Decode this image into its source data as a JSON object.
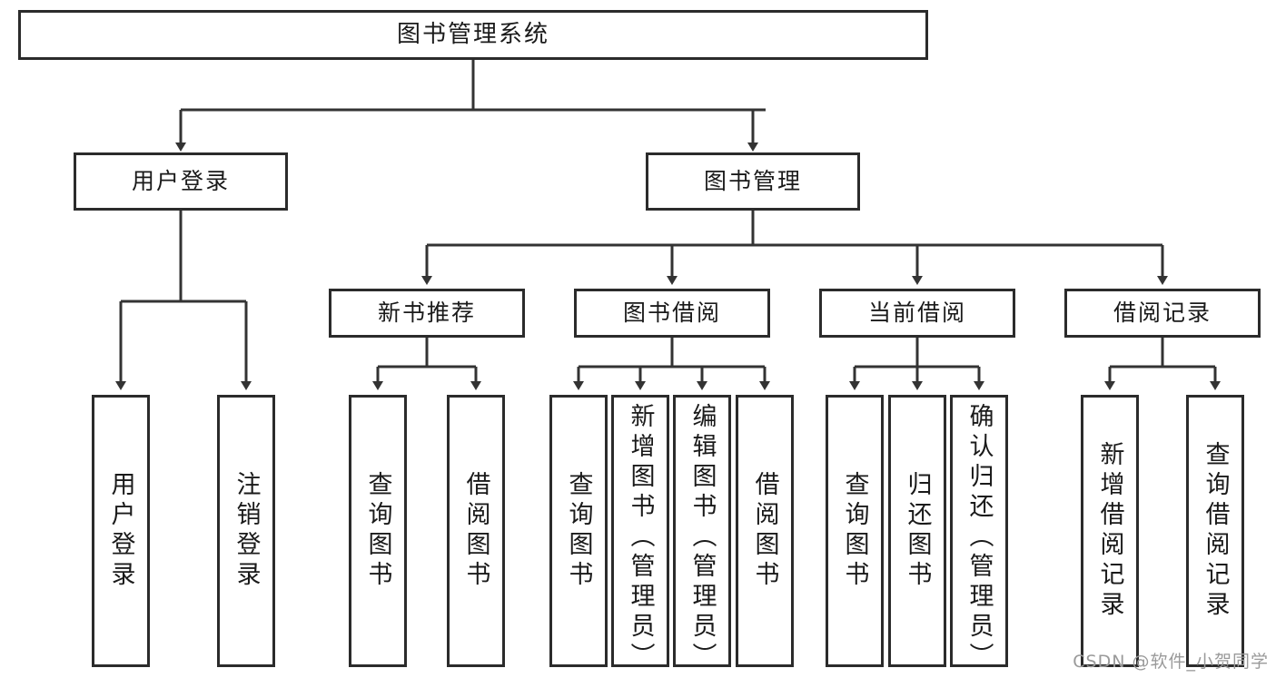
{
  "diagram": {
    "title": "图书管理系统",
    "type": "hierarchy-tree",
    "watermark": "CSDN @软件_小贺同学",
    "colors": {
      "box_border": "#2b2b2b",
      "box_fill": "#ffffff",
      "connector": "#333333",
      "text": "#1a1a1a",
      "watermark": "#9a9a9a"
    },
    "nodes": {
      "root": {
        "label": "图书管理系统"
      },
      "level2": [
        {
          "label": "用户登录"
        },
        {
          "label": "图书管理"
        }
      ],
      "level3": [
        {
          "label": "新书推荐"
        },
        {
          "label": "图书借阅"
        },
        {
          "label": "当前借阅"
        },
        {
          "label": "借阅记录"
        }
      ],
      "leaves": {
        "user_login": [
          {
            "label": "用户登录"
          },
          {
            "label": "注销登录"
          }
        ],
        "new_book": [
          {
            "label": "查询图书"
          },
          {
            "label": "借阅图书"
          }
        ],
        "book_borrow": [
          {
            "label": "查询图书"
          },
          {
            "label": "新增图书（管理员）"
          },
          {
            "label": "编辑图书（管理员）"
          },
          {
            "label": "借阅图书"
          }
        ],
        "current_borrow": [
          {
            "label": "查询图书"
          },
          {
            "label": "归还图书"
          },
          {
            "label": "确认归还（管理员）"
          }
        ],
        "borrow_record": [
          {
            "label": "新增借阅记录"
          },
          {
            "label": "查询借阅记录"
          }
        ]
      }
    }
  }
}
